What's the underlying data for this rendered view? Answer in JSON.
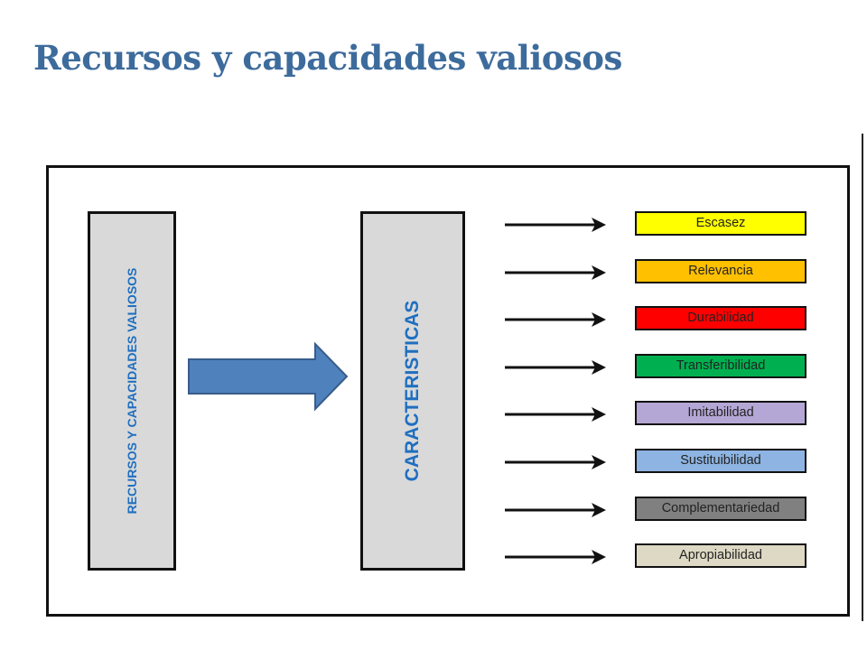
{
  "title": "Recursos y capacidades valiosos",
  "left_box": {
    "label": "RECURSOS Y CAPACIDADES VALIOSOS"
  },
  "middle_box": {
    "label": "CARACTERISTICAS"
  },
  "colors": {
    "title": "#3d6b9c",
    "box_text": "#1f6fc0",
    "box_fill": "#d9d9d9",
    "arrow_fill": "#4f81bd"
  },
  "characteristics": [
    {
      "label": "Escasez",
      "color": "#ffff00"
    },
    {
      "label": "Relevancia",
      "color": "#ffc000"
    },
    {
      "label": "Durabilidad",
      "color": "#ff0000"
    },
    {
      "label": "Transferibilidad",
      "color": "#00b050"
    },
    {
      "label": "Imitabilidad",
      "color": "#b4a7d6"
    },
    {
      "label": "Sustituibilidad",
      "color": "#8db4e2"
    },
    {
      "label": "Complementariedad",
      "color": "#808080"
    },
    {
      "label": "Apropiabilidad",
      "color": "#ddd9c4"
    }
  ]
}
